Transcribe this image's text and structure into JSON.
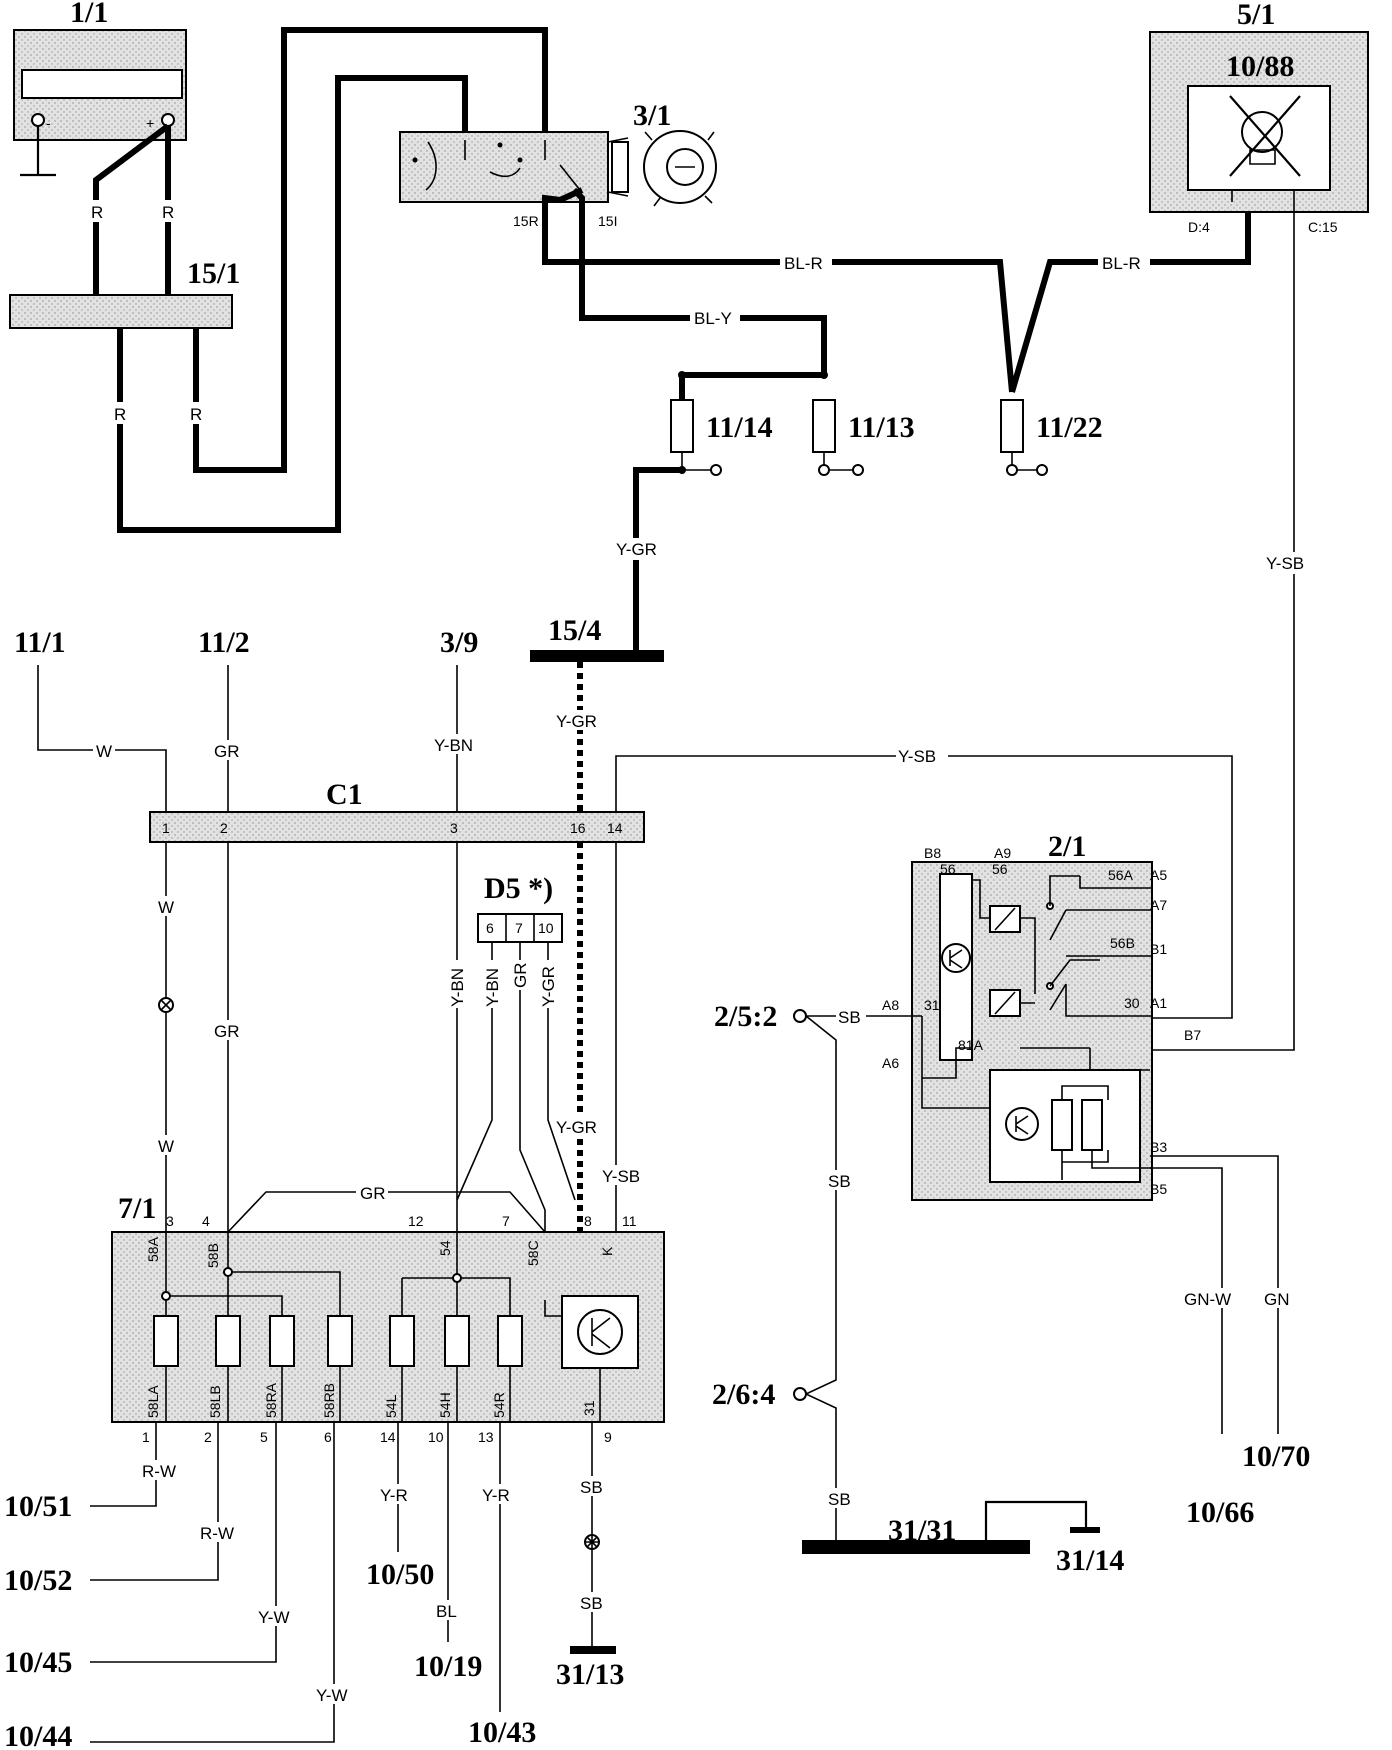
{
  "components": {
    "battery": "1/1",
    "ignition_switch": "3/1",
    "fuse_box_main": "15/1",
    "warning_lamp_module": "5/1",
    "warning_lamp": "10/88",
    "fuse_11_14": "11/14",
    "fuse_11_13": "11/13",
    "fuse_11_22": "11/22",
    "ground_bar_15_4": "15/4",
    "connector_c1": "C1",
    "connector_d5": "D5 *)",
    "relay_2_1": "2/1",
    "lamp_module_7_1": "7/1",
    "ground_31_31": "31/31",
    "ground_31_14": "31/14",
    "ground_31_13": "31/13",
    "ref_11_1": "11/1",
    "ref_11_2": "11/2",
    "ref_3_9": "3/9",
    "ref_2_5_2": "2/5:2",
    "ref_2_6_4": "2/6:4",
    "out_10_51": "10/51",
    "out_10_52": "10/52",
    "out_10_45": "10/45",
    "out_10_44": "10/44",
    "out_10_50": "10/50",
    "out_10_19": "10/19",
    "out_10_43": "10/43",
    "out_10_66": "10/66",
    "out_10_70": "10/70"
  },
  "wire_colors": {
    "R": "R",
    "BL_R": "BL-R",
    "BL_Y": "BL-Y",
    "Y_GR": "Y-GR",
    "Y_SB": "Y-SB",
    "W": "W",
    "GR": "GR",
    "Y_BN": "Y-BN",
    "SB": "SB",
    "R_W": "R-W",
    "Y_W": "Y-W",
    "Y_R": "Y-R",
    "BL": "BL",
    "GN_W": "GN-W",
    "GN": "GN"
  },
  "pins": {
    "ign_15R": "15R",
    "ign_15I": "15I",
    "lamp_D4": "D:4",
    "lamp_C15": "C:15",
    "battery_minus": "-",
    "battery_plus": "+",
    "c1": [
      "1",
      "2",
      "3",
      "16",
      "14"
    ],
    "d5": [
      "6",
      "7",
      "10"
    ],
    "relay": {
      "B8": "B8",
      "A9": "A9",
      "56a": "56",
      "56b": "56",
      "A5": "A5",
      "56A": "56A",
      "A7": "A7",
      "56B": "56B",
      "B1": "B1",
      "A8": "A8",
      "31": "31",
      "30": "30",
      "A1": "A1",
      "81A": "81A",
      "A6": "A6",
      "B7": "B7",
      "B3": "B3",
      "B5": "B5"
    },
    "module_top": [
      "3",
      "4",
      "12",
      "7",
      "8",
      "11"
    ],
    "module_top_inner": [
      "58A",
      "58B",
      "54",
      "58C",
      "K"
    ],
    "module_bottom": [
      "1",
      "2",
      "5",
      "6",
      "14",
      "10",
      "13",
      "9"
    ],
    "module_bottom_inner": [
      "58LA",
      "58LB",
      "58RA",
      "58RB",
      "54L",
      "54H",
      "54R",
      "31"
    ]
  }
}
